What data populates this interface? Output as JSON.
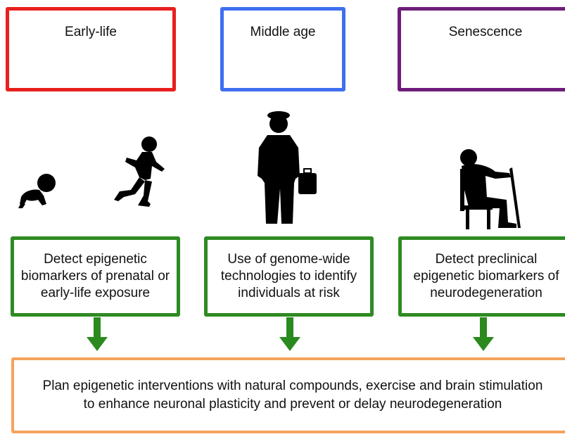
{
  "stages": [
    {
      "label": "Early-life",
      "color": "#e8201e"
    },
    {
      "label": "Middle age",
      "color": "#3f6ff0"
    },
    {
      "label": "Senescence",
      "color": "#6e1d7a"
    }
  ],
  "actions": [
    {
      "text": "Detect epigenetic biomarkers of prenatal or early-life exposure"
    },
    {
      "text": "Use of genome-wide technologies to identify individuals at risk"
    },
    {
      "text": "Detect preclinical epigenetic biomarkers of neurodegeneration"
    }
  ],
  "outcome": {
    "text": "Plan epigenetic interventions with natural compounds, exercise and brain stimulation to enhance neuronal plasticity and prevent or delay neurodegeneration",
    "color": "#f5a35c"
  },
  "figures": [
    "crawling-baby-icon",
    "running-child-icon",
    "standing-man-with-briefcase-icon",
    "seated-elderly-man-with-cane-icon"
  ],
  "colors": {
    "action_border": "#2e8b22",
    "arrow": "#2a8a1e"
  }
}
